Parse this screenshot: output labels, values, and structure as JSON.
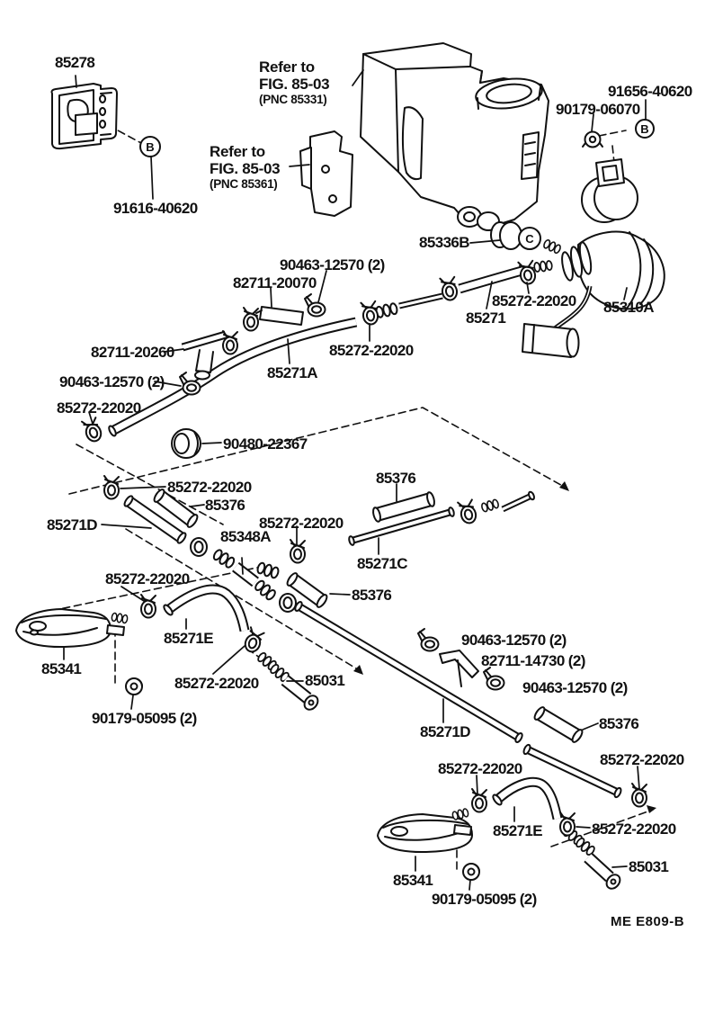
{
  "figure_code": "ME  E809-B",
  "notes": {
    "note1": {
      "line1": "Refer to",
      "line2": "FIG. 85-03",
      "line3": "(PNC 85331)"
    },
    "note2": {
      "line1": "Refer to",
      "line2": "FIG. 85-03",
      "line3": "(PNC 85361)"
    }
  },
  "markers": {
    "b_top_left": "B",
    "b_top_right": "B",
    "c_pump_grommet": "C"
  },
  "labels": {
    "l01": "85278",
    "l03": "91656-40620",
    "l04": "90179-06070",
    "l06": "91616-40620",
    "l07": "85336B",
    "l08": "90463-12570 (2)",
    "l09": "82711-20070",
    "l10": "85272-22020",
    "l11": "85271",
    "l12": "85310A",
    "l13": "82711-20260",
    "l14": "85272-22020",
    "l15": "85271A",
    "l16": "90463-12570 (2)",
    "l17": "85272-22020",
    "l18": "90480-22367",
    "l19": "85272-22020",
    "l20": "85376",
    "l21": "85271D",
    "l22": "85272-22020",
    "l23": "85348A",
    "l24": "85376",
    "l25": "85271C",
    "l26": "85272-22020",
    "l27": "85376",
    "l28": "90463-12570 (2)",
    "l29": "82711-14730 (2)",
    "l30": "90463-12570 (2)",
    "l31": "85271E",
    "l32": "85272-22020",
    "l33": "85031",
    "l34": "85341",
    "l35": "90179-05095 (2)",
    "l36": "85271D",
    "l37": "85376",
    "l38": "85272-22020",
    "l39": "85272-22020",
    "l40": "85271E",
    "l41": "85272-22020",
    "l42": "85341",
    "l43": "85031",
    "l44": "90179-05095 (2)"
  },
  "colors": {
    "ink": "#111111",
    "background": "#ffffff"
  }
}
